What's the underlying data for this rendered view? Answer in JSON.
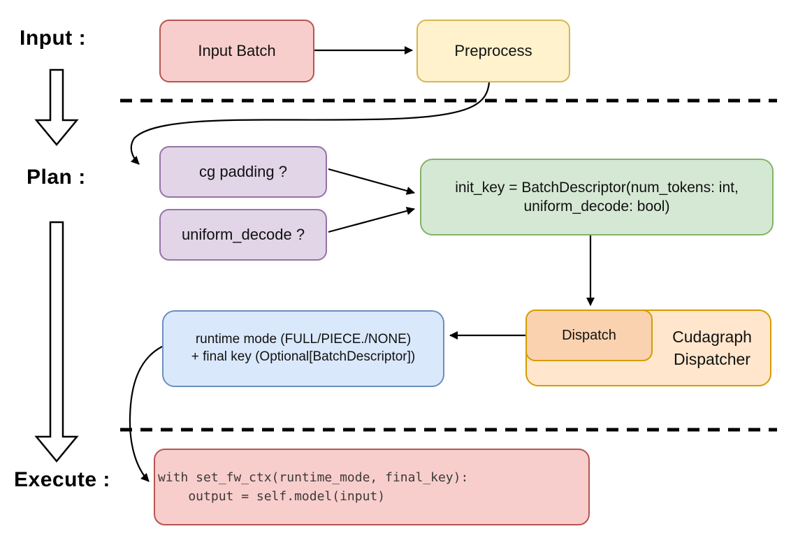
{
  "stages": {
    "input": {
      "label": "Input :"
    },
    "plan": {
      "label": "Plan :"
    },
    "execute": {
      "label": "Execute :"
    }
  },
  "nodes": {
    "input_batch": {
      "label": "Input Batch",
      "fill": "#f8cecc",
      "stroke": "#b85450"
    },
    "preprocess": {
      "label": "Preprocess",
      "fill": "#fff2cc",
      "stroke": "#d6b656"
    },
    "cg_padding": {
      "label": "cg padding ?",
      "fill": "#e1d5e7",
      "stroke": "#9673a6"
    },
    "uniform_decode": {
      "label": "uniform_decode ?",
      "fill": "#e1d5e7",
      "stroke": "#9673a6"
    },
    "init_key": {
      "line1": "init_key = BatchDescriptor(num_tokens: int,",
      "line2": "uniform_decode: bool)",
      "fill": "#d5e8d4",
      "stroke": "#82b366"
    },
    "runtime_mode": {
      "line1": "runtime mode (FULL/PIECE./NONE)",
      "line2": "+ final key (Optional[BatchDescriptor])",
      "fill": "#dae8fc",
      "stroke": "#6c8ebf"
    },
    "dispatch": {
      "label": "Dispatch",
      "fill": "#fad2b0",
      "stroke": "#d79b00"
    },
    "cudagraph_dispatcher": {
      "line1": "Cudagraph",
      "line2": "Dispatcher",
      "fill": "#ffe6cc",
      "stroke": "#d79b00"
    },
    "execute_code": {
      "line1": "with set_fw_ctx(runtime_mode, final_key):",
      "line2": "    output = self.model(input)",
      "fill": "#f8cecc",
      "stroke": "#b85450"
    }
  },
  "colors": {
    "arrow": "#000000",
    "divider": "#000000",
    "text": "#111111",
    "code_text": "#3a3a3a"
  }
}
